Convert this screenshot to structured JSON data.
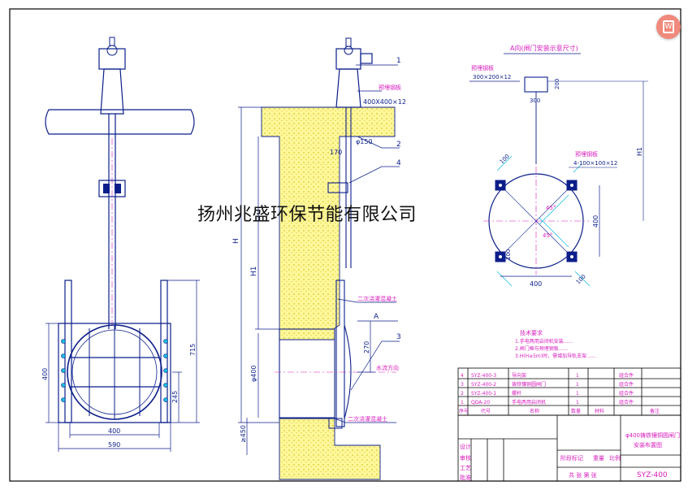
{
  "watermark": "扬州兆盛环保节能有限公司",
  "dims": {
    "front_height_715": "715",
    "front_height_400": "400",
    "front_height_245": "245",
    "front_width_400": "400",
    "front_width_590": "590",
    "side_label_H": "H",
    "side_label_H1": "H1",
    "side_phi400": "φ400",
    "side_ge450": "≥450",
    "side_270": "270",
    "side_phi150": "φ150",
    "side_170": "170",
    "side_plate": "400X400×12",
    "side_A": "A",
    "plan_300x200": "300×200×12",
    "plan_300": "300",
    "plan_200": "200",
    "plan_H1": "H1",
    "plan_100_a": "100",
    "plan_100_b": "100",
    "plan_100_c": "100",
    "plan_400_h": "400",
    "plan_400_v": "400",
    "plan_plate": "4-100×100×12",
    "plan_45_a": "45°",
    "plan_45_b": "45°"
  },
  "callouts": [
    "1",
    "2",
    "4",
    "3"
  ],
  "callout_notes": {
    "plate": "预埋钢板",
    "grout1": "二次浇灌混凝土",
    "grout2": "二次浇灌混凝土",
    "flow": "水流方向",
    "plan_title": "A向(闸门安装示意尺寸)",
    "plan_embed": "预埋钢板",
    "plan_plate2": "预埋钢板"
  },
  "notes": {
    "title": "技术要求",
    "lines": [
      "1.手电两用启闭机安装……",
      "2.闸门框与预埋钢板……",
      "3.H(H≥5m)时，需增加导轨支架……"
    ]
  },
  "parts_table": {
    "rows": [
      {
        "no": "4",
        "code": "SYZ-400-3",
        "name": "导向架",
        "qty": "1",
        "remark": "组合件"
      },
      {
        "no": "3",
        "code": "SYZ-400-2",
        "name": "铸铁镶铜圆闸门",
        "qty": "1",
        "remark": "组合件"
      },
      {
        "no": "2",
        "code": "SYZ-400-1",
        "name": "螺杆",
        "qty": "1",
        "remark": "组合件"
      },
      {
        "no": "1",
        "code": "QDA-20",
        "name": "手电两用启闭机",
        "qty": "1",
        "remark": "组合件"
      }
    ],
    "headers": {
      "no": "序号",
      "code": "代号",
      "name": "名称",
      "qty": "数量",
      "material": "材料",
      "remark": "备注"
    }
  },
  "title_block": {
    "drawing_title": "φ400铸铁镶铜圆闸门",
    "drawing_subtitle": "安装布置图",
    "drawing_no": "SYZ-400",
    "stage_label": "阶段标记",
    "weight_label": "重量",
    "scale_label": "比例",
    "sheets_label": "共 张 第 张",
    "designer": "设计",
    "checker": "审核",
    "craft": "工艺",
    "approve": "批准"
  },
  "colors": {
    "line": "#0b1e8a",
    "cyan": "#19bde0",
    "magenta": "#d81bbd",
    "concrete": "#fff79a",
    "border": "#000000"
  }
}
